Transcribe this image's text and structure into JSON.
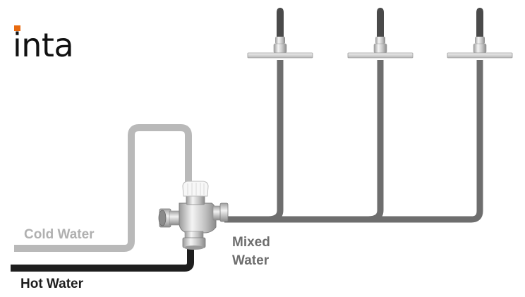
{
  "logo": {
    "text": "inta",
    "accent_color": "#e86a10"
  },
  "labels": {
    "cold_water": "Cold Water",
    "hot_water": "Hot Water",
    "mixed_water_line1": "Mixed",
    "mixed_water_line2": "Water"
  },
  "colors": {
    "cold_pipe": "#b9b9b9",
    "hot_pipe": "#1e1e1e",
    "mixed_pipe": "#6e6e6e",
    "cold_label": "#b0b0b0",
    "hot_label": "#1e1e1e",
    "mixed_label": "#6e6e6e",
    "chrome": "#c8c8c8",
    "shower_handle": "#4a4a4a"
  },
  "components": {
    "valve": "thermostatic-mixing-valve",
    "outlets": [
      "shower-head",
      "shower-head",
      "shower-head"
    ]
  }
}
